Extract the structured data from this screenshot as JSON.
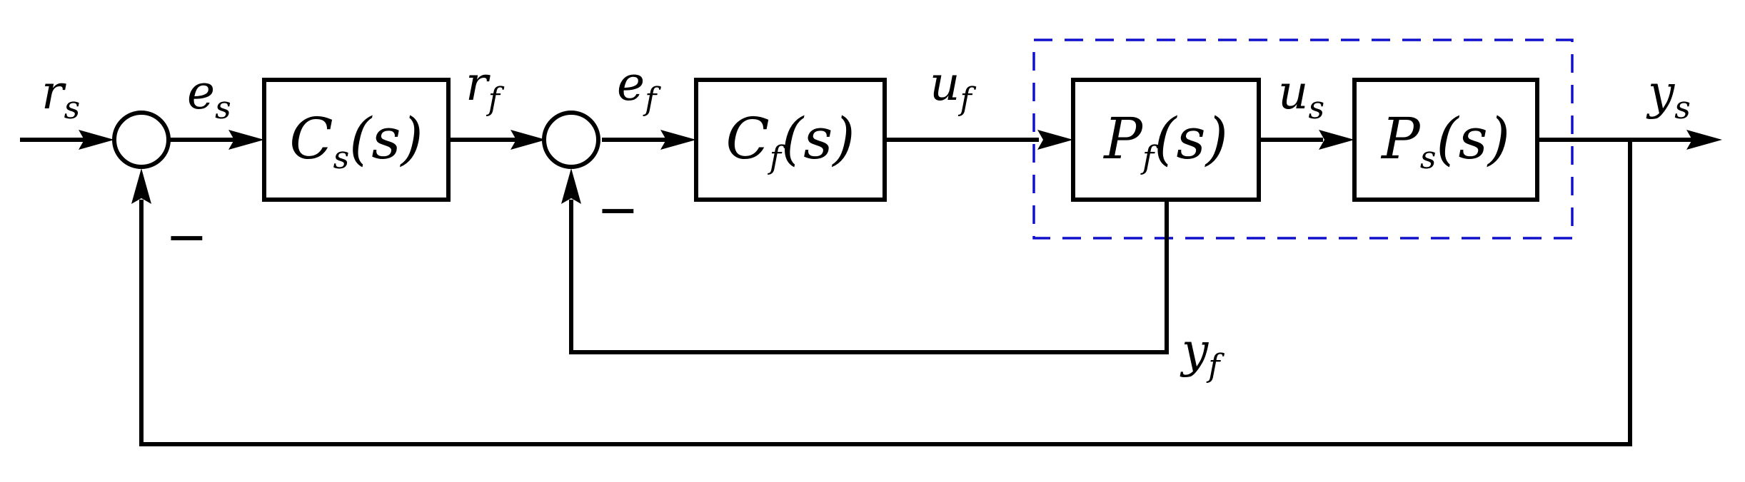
{
  "blocks": {
    "cs": {
      "main": "C",
      "sub": "s",
      "arg": "(s)"
    },
    "cf": {
      "main": "C",
      "sub": "f",
      "arg": "(s)"
    },
    "pf": {
      "main": "P",
      "sub": "f",
      "arg": "(s)"
    },
    "ps": {
      "main": "P",
      "sub": "s",
      "arg": "(s)"
    }
  },
  "signals": {
    "rs": {
      "main": "r",
      "sub": "s"
    },
    "es": {
      "main": "e",
      "sub": "s"
    },
    "rf": {
      "main": "r",
      "sub": "f"
    },
    "ef": {
      "main": "e",
      "sub": "f"
    },
    "uf": {
      "main": "u",
      "sub": "f"
    },
    "us": {
      "main": "u",
      "sub": "s"
    },
    "ys": {
      "main": "y",
      "sub": "s"
    },
    "yf": {
      "main": "y",
      "sub": "f"
    }
  },
  "summing_signs": {
    "outer": "−",
    "inner": "−"
  },
  "colors": {
    "line": "#000000",
    "plant_group_dashed": "#1010cc",
    "background": "#ffffff"
  }
}
